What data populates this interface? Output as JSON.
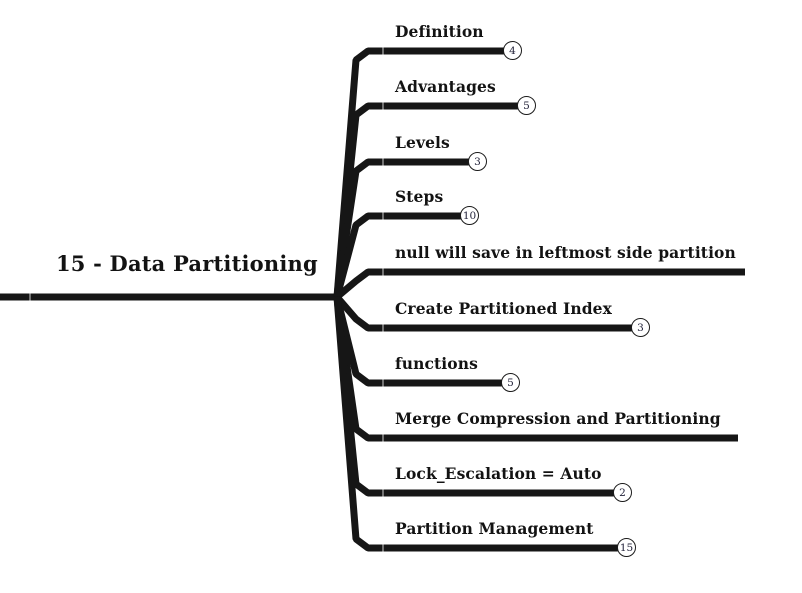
{
  "root": {
    "label": "15 - Data Partitioning"
  },
  "branches": [
    {
      "label": "Definition",
      "count": "4"
    },
    {
      "label": "Advantages",
      "count": "5"
    },
    {
      "label": "Levels",
      "count": "3"
    },
    {
      "label": "Steps",
      "count": "10"
    },
    {
      "label": "null will save in leftmost side partition",
      "count": null
    },
    {
      "label": "Create Partitioned Index",
      "count": "3"
    },
    {
      "label": "functions",
      "count": "5"
    },
    {
      "label": "Merge Compression and Partitioning",
      "count": null
    },
    {
      "label": "Lock_Escalation = Auto",
      "count": "2"
    },
    {
      "label": "Partition Management",
      "count": "15"
    }
  ],
  "colors": {
    "line": "#161616",
    "text": "#131313",
    "badge_border": "#1c1c1c",
    "background": "#ffffff"
  }
}
